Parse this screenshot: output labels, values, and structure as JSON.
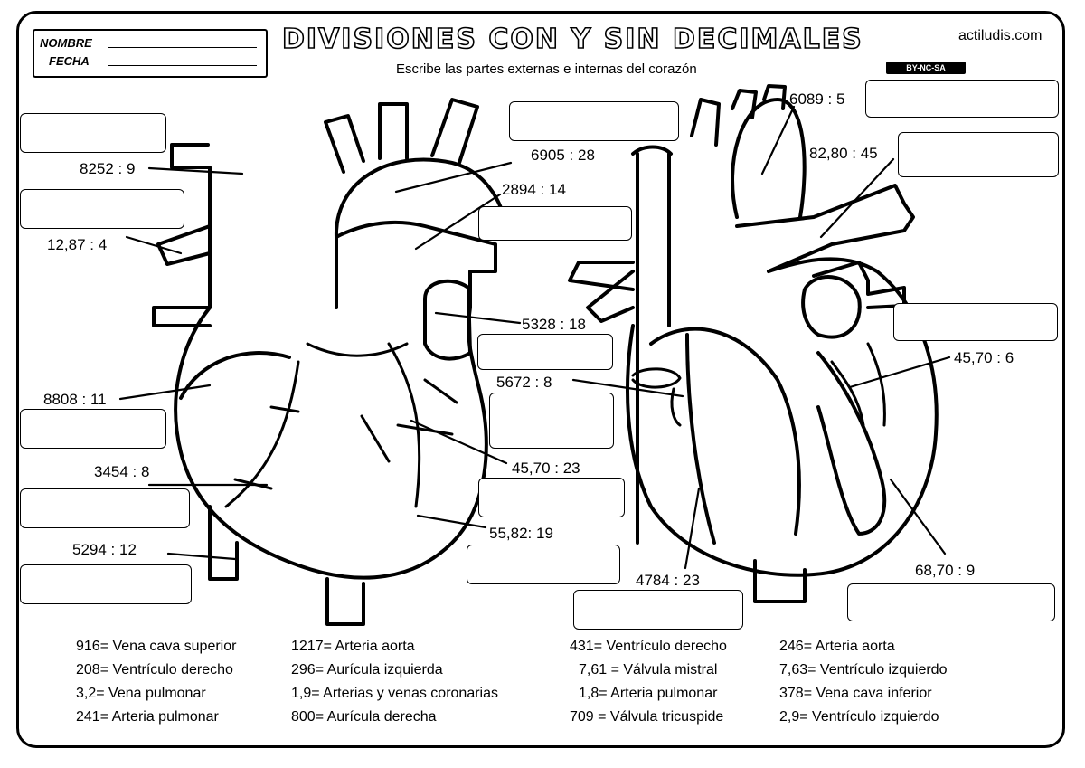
{
  "header": {
    "title": "DIVISIONES CON Y SIN DECIMALES",
    "subtitle": "Escribe las partes externas e internas del corazón",
    "brand": "actiludis.com",
    "license": "BY-NC-SA",
    "name_label": "NOMBRE",
    "date_label": "FECHA"
  },
  "operations": [
    "8252 : 9",
    "12,87 : 4",
    "8808 : 11",
    "3454 : 8",
    "5294  : 12",
    "6905 : 28",
    "2894 : 14",
    "5328 : 18",
    "5672 : 8",
    "45,70 : 23",
    "55,82: 19",
    "6089 : 5",
    "82,80 : 45",
    "45,70 : 6",
    "4784 : 23",
    "68,70 : 9"
  ],
  "answer_key": [
    "916= Vena cava superior",
    "208= Ventrículo derecho",
    "3,2= Vena pulmonar",
    "241= Arteria pulmonar",
    "1217= Arteria aorta",
    "296= Aurícula izquierda",
    "1,9= Arterias y venas coronarias",
    "800= Aurícula derecha",
    "431= Ventrículo derecho",
    "7,61 = Válvula mistral",
    "1,8= Arteria pulmonar",
    "709 = Válvula tricuspide",
    "246= Arteria aorta",
    "7,63= Ventrículo izquierdo",
    "378= Vena cava inferior",
    "2,9= Ventrículo izquierdo"
  ]
}
